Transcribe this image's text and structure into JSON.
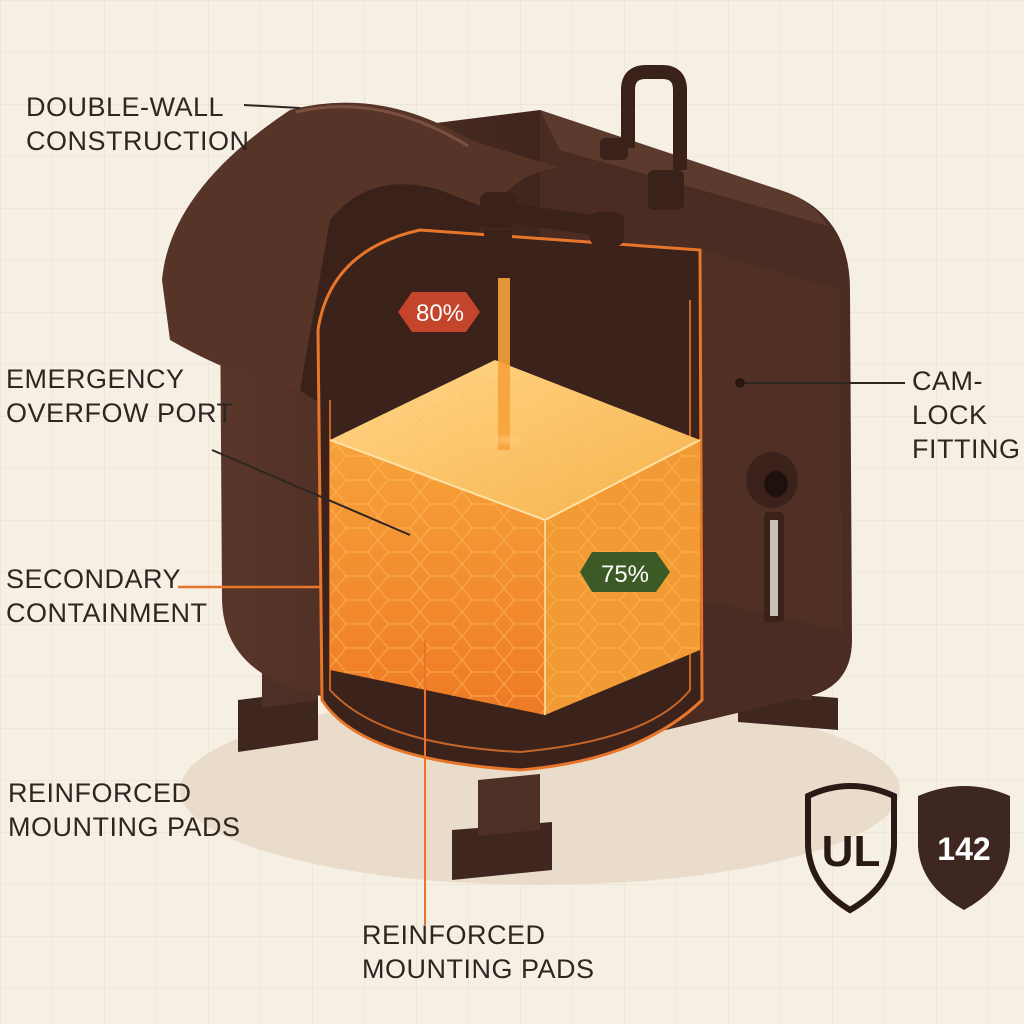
{
  "labels": {
    "double_wall": [
      "DOUBLE-WALL",
      "CONSTRUCTION"
    ],
    "emergency_overflow": [
      "EMERGENCY",
      "OVERFOW PORT"
    ],
    "secondary_containment": [
      "SECONDARY",
      "CONTAINMENT"
    ],
    "mounting_pads_left": [
      "REINFORCED",
      "MOUNTING PADS"
    ],
    "mounting_pads_bottom": [
      "REINFORCED",
      "MOUNTING PADS"
    ],
    "cam_lock": [
      "CAM-",
      "LOCK",
      "FITTING"
    ]
  },
  "fill_badges": {
    "upper_level": "80%",
    "lower_level": "75%"
  },
  "certifications": {
    "ul": "UL",
    "standard": "142"
  },
  "colors": {
    "tank_shell": "#4a2c23",
    "liquid": "#f0922f",
    "badge_red": "#c4452b",
    "badge_green": "#3c5a25",
    "accent_orange": "#e8762a"
  }
}
